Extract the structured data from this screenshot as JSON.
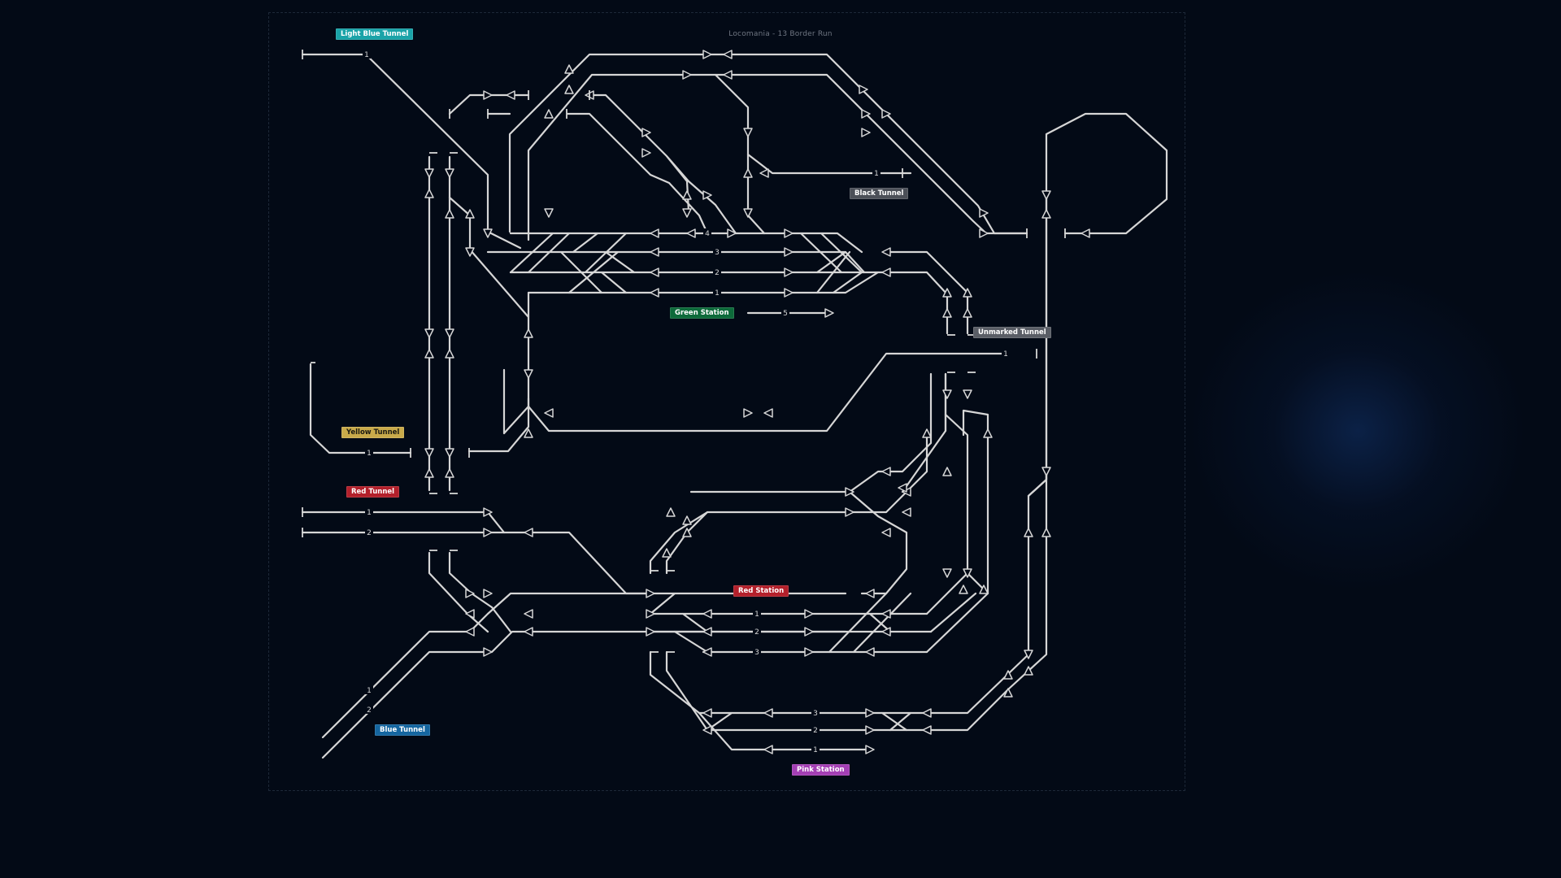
{
  "title": "Locomania - 13 Border Run",
  "colors": {
    "background": "#030a16",
    "track": "#d6d6d6",
    "light_blue": "#1aa3a8",
    "black": "#4c5058",
    "green": "#0d6a3a",
    "unmarked": "#5a5e66",
    "yellow": "#c9aa4a",
    "red": "#b3202b",
    "blue": "#1566a0",
    "pink": "#a43fb4"
  },
  "labels": {
    "light_blue_tunnel": "Light Blue Tunnel",
    "black_tunnel": "Black Tunnel",
    "green_station": "Green Station",
    "unmarked_tunnel": "Unmarked Tunnel",
    "yellow_tunnel": "Yellow Tunnel",
    "red_tunnel": "Red Tunnel",
    "red_station": "Red Station",
    "blue_tunnel": "Blue Tunnel",
    "pink_station": "Pink Station"
  },
  "track_numbers": {
    "light_blue_1": "1",
    "black_1": "1",
    "green_4": "4",
    "green_3": "3",
    "green_2": "2",
    "green_1": "1",
    "green_5": "5",
    "unmarked_1": "1",
    "yellow_1": "1",
    "red_tunnel_1": "1",
    "red_tunnel_2": "2",
    "red_station_1": "1",
    "red_station_2": "2",
    "red_station_3": "3",
    "blue_1": "1",
    "blue_2": "2",
    "pink_3": "3",
    "pink_2": "2",
    "pink_1": "1"
  }
}
